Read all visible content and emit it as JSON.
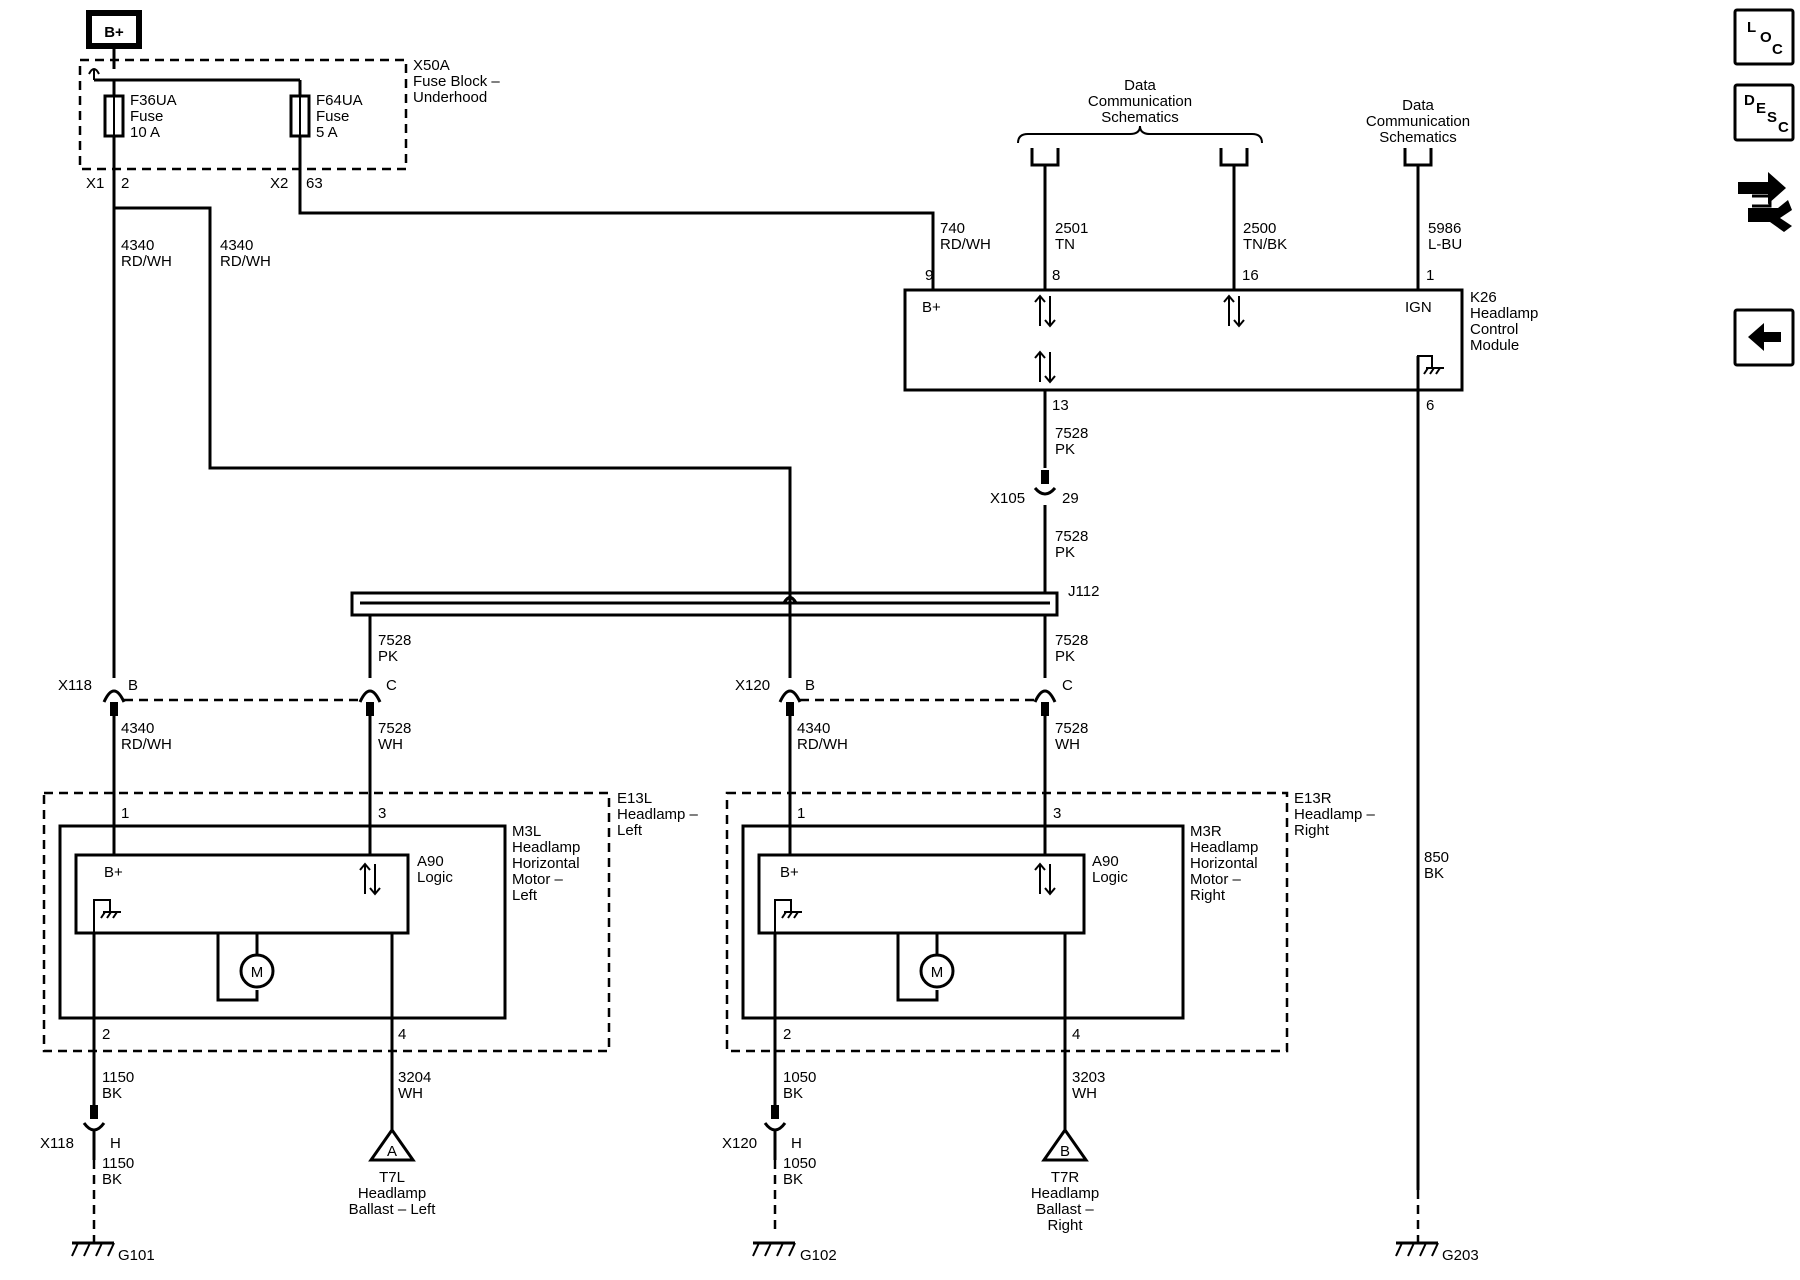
{
  "diagram": {
    "power_source": "B+",
    "fuse_block": {
      "ref": "X50A",
      "name_line1": "Fuse Block –",
      "name_line2": "Underhood",
      "fuse_a": {
        "ref": "F36UA",
        "type": "Fuse",
        "rating": "10 A",
        "connector": "X1",
        "pin": "2"
      },
      "fuse_b": {
        "ref": "F64UA",
        "type": "Fuse",
        "rating": "5 A",
        "connector": "X2",
        "pin": "63"
      }
    },
    "wires": {
      "w4340_left_a": {
        "circuit": "4340",
        "color": "RD/WH"
      },
      "w4340_left_b": {
        "circuit": "4340",
        "color": "RD/WH"
      },
      "w740": {
        "circuit": "740",
        "color": "RD/WH"
      },
      "w2501": {
        "circuit": "2501",
        "color": "TN"
      },
      "w2500": {
        "circuit": "2500",
        "color": "TN/BK"
      },
      "w5986": {
        "circuit": "5986",
        "color": "L-BU"
      },
      "w7528_a": {
        "circuit": "7528",
        "color": "PK"
      },
      "w7528_b": {
        "circuit": "7528",
        "color": "PK"
      },
      "w7528_c": {
        "circuit": "7528",
        "color": "PK"
      },
      "w7528_d": {
        "circuit": "7528",
        "color": "PK"
      },
      "w4340_l_low": {
        "circuit": "4340",
        "color": "RD/WH"
      },
      "w7528_l_low": {
        "circuit": "7528",
        "color": "WH"
      },
      "w4340_r_low": {
        "circuit": "4340",
        "color": "RD/WH"
      },
      "w7528_r_low": {
        "circuit": "7528",
        "color": "WH"
      },
      "w850": {
        "circuit": "850",
        "color": "BK"
      },
      "w1150_a": {
        "circuit": "1150",
        "color": "BK"
      },
      "w1150_b": {
        "circuit": "1150",
        "color": "BK"
      },
      "w3204": {
        "circuit": "3204",
        "color": "WH"
      },
      "w1050_a": {
        "circuit": "1050",
        "color": "BK"
      },
      "w1050_b": {
        "circuit": "1050",
        "color": "BK"
      },
      "w3203": {
        "circuit": "3203",
        "color": "WH"
      }
    },
    "data_comm_1": {
      "line1": "Data",
      "line2": "Communication",
      "line3": "Schematics"
    },
    "data_comm_2": {
      "line1": "Data",
      "line2": "Communication",
      "line3": "Schematics"
    },
    "module": {
      "ref": "K26",
      "name_line1": "Headlamp",
      "name_line2": "Control",
      "name_line3": "Module",
      "pin_bplus": "9",
      "pin_tn": "8",
      "pin_tnbk": "16",
      "pin_ign": "1",
      "pin_13": "13",
      "pin_6": "6",
      "label_bplus": "B+",
      "label_ign": "IGN"
    },
    "connectors": {
      "x105": {
        "ref": "X105",
        "pin": "29"
      },
      "j112": {
        "ref": "J112"
      },
      "x118_top": {
        "ref": "X118",
        "pin_b": "B",
        "pin_c": "C"
      },
      "x120_top": {
        "ref": "X120",
        "pin_b": "B",
        "pin_c": "C"
      },
      "x118_bot": {
        "ref": "X118",
        "pin": "H"
      },
      "x120_bot": {
        "ref": "X120",
        "pin": "H"
      }
    },
    "headlamp_left": {
      "ref": "E13L",
      "name_line1": "Headlamp –",
      "name_line2": "Left",
      "motor_ref": "M3L",
      "motor_line1": "Headlamp",
      "motor_line2": "Horizontal",
      "motor_line3": "Motor –",
      "motor_line4": "Left",
      "logic_ref": "A90",
      "logic_name": "Logic",
      "bplus": "B+",
      "motor_symbol": "M",
      "pin1": "1",
      "pin2": "2",
      "pin3": "3",
      "pin4": "4"
    },
    "headlamp_right": {
      "ref": "E13R",
      "name_line1": "Headlamp –",
      "name_line2": "Right",
      "motor_ref": "M3R",
      "motor_line1": "Headlamp",
      "motor_line2": "Horizontal",
      "motor_line3": "Motor –",
      "motor_line4": "Right",
      "logic_ref": "A90",
      "logic_name": "Logic",
      "bplus": "B+",
      "motor_symbol": "M",
      "pin1": "1",
      "pin2": "2",
      "pin3": "3",
      "pin4": "4"
    },
    "ballast_left": {
      "symbol": "A",
      "ref": "T7L",
      "line1": "Headlamp",
      "line2": "Ballast – Left"
    },
    "ballast_right": {
      "symbol": "B",
      "ref": "T7R",
      "line1": "Headlamp",
      "line2": "Ballast –",
      "line3": "Right"
    },
    "grounds": {
      "g101": "G101",
      "g102": "G102",
      "g203": "G203"
    }
  },
  "sidebar": {
    "loc": {
      "l1": "L",
      "l2": "O",
      "l3": "C"
    },
    "desc": {
      "l1": "D",
      "l2": "E",
      "l3": "S",
      "l4": "C"
    },
    "connector_icon": "connector-end-view-icon",
    "back_icon": "back-arrow-icon"
  }
}
